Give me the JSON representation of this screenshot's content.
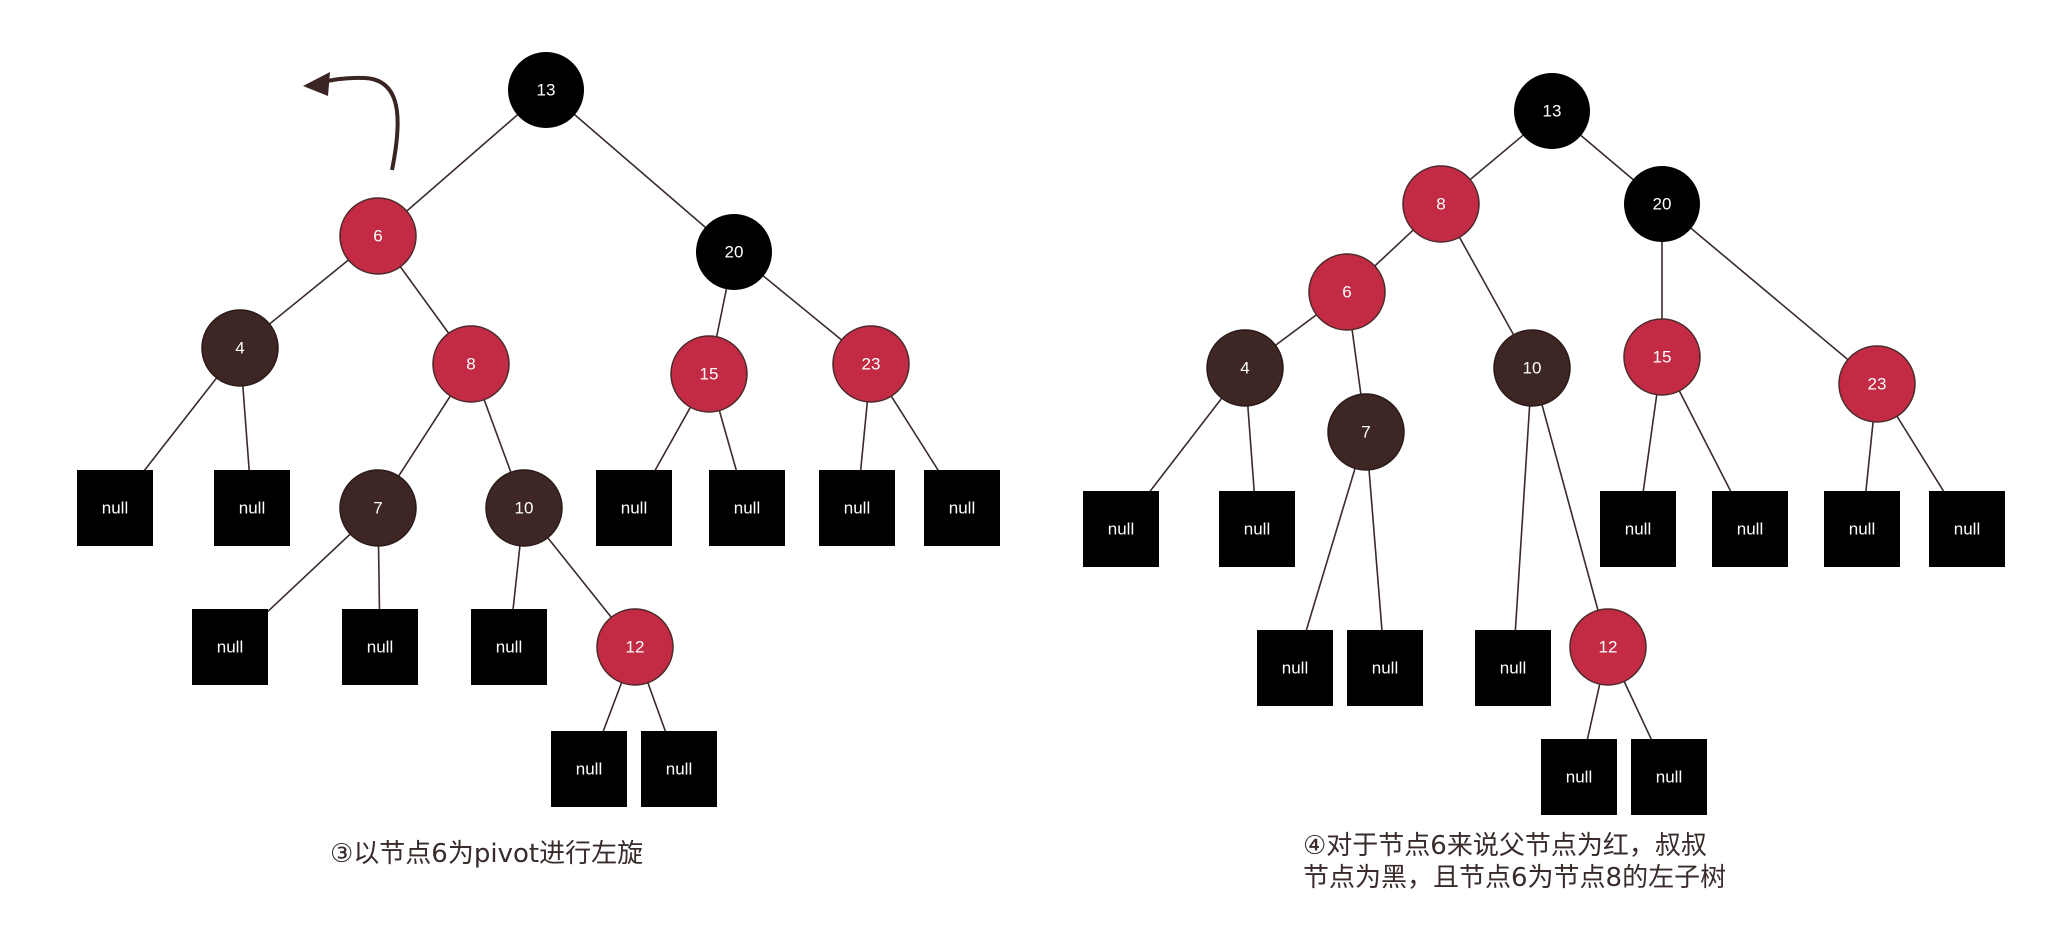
{
  "colors": {
    "red": "#c22b43",
    "black": "#000000",
    "dark": "#3d2624",
    "edge": "#3b2a2a",
    "text": "#ffffff"
  },
  "diagrams": [
    {
      "caption_lines": [
        "③以节点6为pivot进行左旋"
      ],
      "has_rotation_arrow": true,
      "nodes": [
        {
          "id": "n13",
          "label": "13",
          "color": "black"
        },
        {
          "id": "n6",
          "label": "6",
          "color": "red"
        },
        {
          "id": "n20",
          "label": "20",
          "color": "black"
        },
        {
          "id": "n4",
          "label": "4",
          "color": "dark"
        },
        {
          "id": "n8",
          "label": "8",
          "color": "red"
        },
        {
          "id": "n15",
          "label": "15",
          "color": "red"
        },
        {
          "id": "n23",
          "label": "23",
          "color": "red"
        },
        {
          "id": "n7",
          "label": "7",
          "color": "dark"
        },
        {
          "id": "n10",
          "label": "10",
          "color": "dark"
        },
        {
          "id": "n12",
          "label": "12",
          "color": "red"
        }
      ],
      "leaves": [
        {
          "id": "l4a",
          "label": "null"
        },
        {
          "id": "l4b",
          "label": "null"
        },
        {
          "id": "l15a",
          "label": "null"
        },
        {
          "id": "l15b",
          "label": "null"
        },
        {
          "id": "l23a",
          "label": "null"
        },
        {
          "id": "l23b",
          "label": "null"
        },
        {
          "id": "l7a",
          "label": "null"
        },
        {
          "id": "l7b",
          "label": "null"
        },
        {
          "id": "l10a",
          "label": "null"
        },
        {
          "id": "l12a",
          "label": "null"
        },
        {
          "id": "l12b",
          "label": "null"
        }
      ],
      "edges": [
        [
          "n13",
          "n6"
        ],
        [
          "n13",
          "n20"
        ],
        [
          "n6",
          "n4"
        ],
        [
          "n6",
          "n8"
        ],
        [
          "n4",
          "l4a"
        ],
        [
          "n4",
          "l4b"
        ],
        [
          "n8",
          "n7"
        ],
        [
          "n8",
          "n10"
        ],
        [
          "n7",
          "l7a"
        ],
        [
          "n7",
          "l7b"
        ],
        [
          "n10",
          "l10a"
        ],
        [
          "n10",
          "n12"
        ],
        [
          "n12",
          "l12a"
        ],
        [
          "n12",
          "l12b"
        ],
        [
          "n20",
          "n15"
        ],
        [
          "n20",
          "n23"
        ],
        [
          "n15",
          "l15a"
        ],
        [
          "n15",
          "l15b"
        ],
        [
          "n23",
          "l23a"
        ],
        [
          "n23",
          "l23b"
        ]
      ]
    },
    {
      "caption_lines": [
        "④对于节点6来说父节点为红，叔叔",
        "节点为黑，且节点6为节点8的左子树"
      ],
      "has_rotation_arrow": false,
      "nodes": [
        {
          "id": "m13",
          "label": "13",
          "color": "black"
        },
        {
          "id": "m8",
          "label": "8",
          "color": "red"
        },
        {
          "id": "m20",
          "label": "20",
          "color": "black"
        },
        {
          "id": "m6",
          "label": "6",
          "color": "red"
        },
        {
          "id": "m10",
          "label": "10",
          "color": "dark"
        },
        {
          "id": "m4",
          "label": "4",
          "color": "dark"
        },
        {
          "id": "m7",
          "label": "7",
          "color": "dark"
        },
        {
          "id": "m15",
          "label": "15",
          "color": "red"
        },
        {
          "id": "m23",
          "label": "23",
          "color": "red"
        },
        {
          "id": "m12",
          "label": "12",
          "color": "red"
        }
      ],
      "leaves": [
        {
          "id": "k4a",
          "label": "null"
        },
        {
          "id": "k4b",
          "label": "null"
        },
        {
          "id": "k7a",
          "label": "null"
        },
        {
          "id": "k7b",
          "label": "null"
        },
        {
          "id": "k10a",
          "label": "null"
        },
        {
          "id": "k12a",
          "label": "null"
        },
        {
          "id": "k12b",
          "label": "null"
        },
        {
          "id": "k15a",
          "label": "null"
        },
        {
          "id": "k15b",
          "label": "null"
        },
        {
          "id": "k23a",
          "label": "null"
        },
        {
          "id": "k23b",
          "label": "null"
        }
      ],
      "edges": [
        [
          "m13",
          "m8"
        ],
        [
          "m13",
          "m20"
        ],
        [
          "m8",
          "m6"
        ],
        [
          "m8",
          "m10"
        ],
        [
          "m6",
          "m4"
        ],
        [
          "m6",
          "m7"
        ],
        [
          "m4",
          "k4a"
        ],
        [
          "m4",
          "k4b"
        ],
        [
          "m7",
          "k7a"
        ],
        [
          "m7",
          "k7b"
        ],
        [
          "m10",
          "k10a"
        ],
        [
          "m10",
          "m12"
        ],
        [
          "m12",
          "k12a"
        ],
        [
          "m12",
          "k12b"
        ],
        [
          "m20",
          "m15"
        ],
        [
          "m20",
          "m23"
        ],
        [
          "m15",
          "k15a"
        ],
        [
          "m15",
          "k15b"
        ],
        [
          "m23",
          "k23a"
        ],
        [
          "m23",
          "k23b"
        ]
      ]
    }
  ]
}
